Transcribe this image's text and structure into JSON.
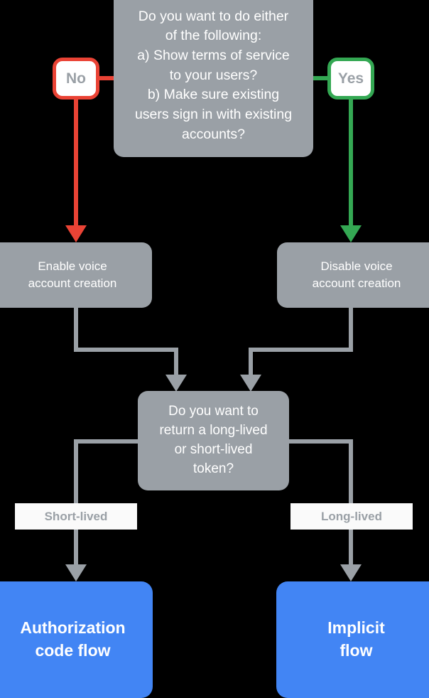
{
  "diagram": {
    "title": "Account linking flow decision chart",
    "background": "#000000",
    "colors": {
      "gray_node": "#9aa0a6",
      "blue_node": "#4285f4",
      "no_accent": "#ea4335",
      "yes_accent": "#34a853",
      "connector": "#9aa0a6",
      "label_bg": "#fafafa",
      "label_text": "#9aa0a6",
      "node_text": "#ffffff"
    }
  },
  "nodes": {
    "question_1": {
      "text": "Do you want to do either\nof the following:\na) Show terms of service\nto your users?\nb) Make sure existing\nusers sign in with existing\naccounts?"
    },
    "pill_no": {
      "label": "No"
    },
    "pill_yes": {
      "label": "Yes"
    },
    "process_enable": {
      "text": "Enable voice\naccount creation"
    },
    "process_disable": {
      "text": "Disable voice\naccount creation"
    },
    "question_2": {
      "text": "Do you want to\nreturn a long-lived\nor short-lived\ntoken?"
    },
    "terminal_authorization": {
      "text": "Authorization\ncode flow"
    },
    "terminal_implicit": {
      "text": "Implicit\nflow"
    }
  },
  "edge_labels": {
    "short_lived": "Short-lived",
    "long_lived": "Long-lived"
  },
  "edges": [
    {
      "from": "question_1",
      "to": "pill_no",
      "color": "#ea4335",
      "label": "No"
    },
    {
      "from": "question_1",
      "to": "pill_yes",
      "color": "#34a853",
      "label": "Yes"
    },
    {
      "from": "pill_no",
      "to": "process_enable",
      "color": "#ea4335",
      "arrow": true
    },
    {
      "from": "pill_yes",
      "to": "process_disable",
      "color": "#34a853",
      "arrow": true
    },
    {
      "from": "process_enable",
      "to": "question_2",
      "color": "#9aa0a6",
      "arrow": true
    },
    {
      "from": "process_disable",
      "to": "question_2",
      "color": "#9aa0a6",
      "arrow": true
    },
    {
      "from": "question_2",
      "to": "terminal_authorization",
      "color": "#9aa0a6",
      "arrow": true,
      "label": "Short-lived"
    },
    {
      "from": "question_2",
      "to": "terminal_implicit",
      "color": "#9aa0a6",
      "arrow": true,
      "label": "Long-lived"
    }
  ]
}
